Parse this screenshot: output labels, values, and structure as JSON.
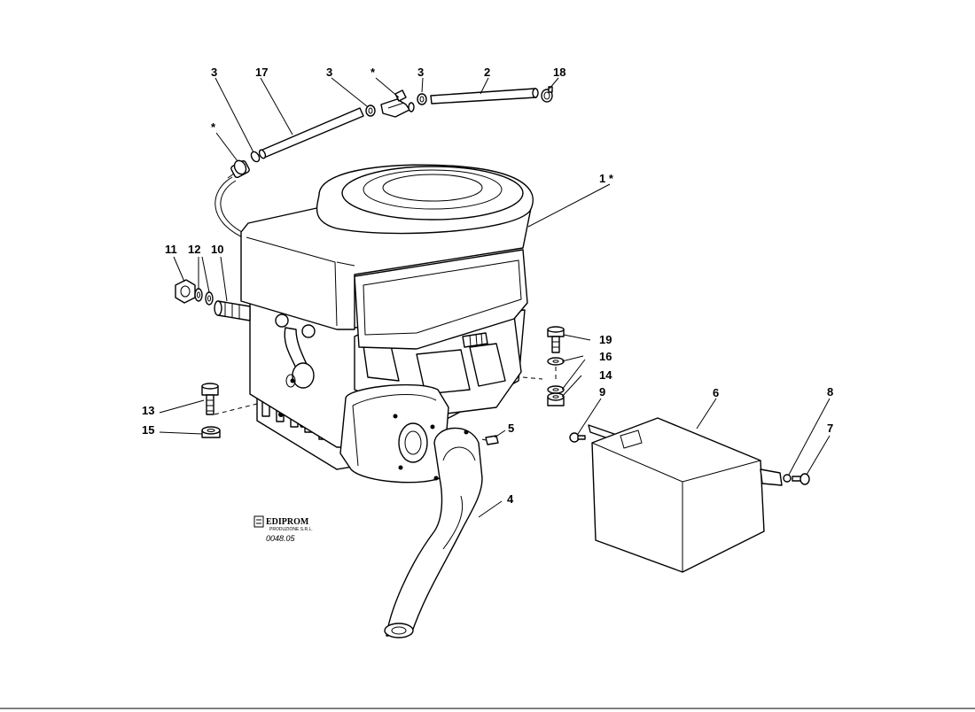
{
  "callouts": [
    "1 *",
    "2",
    "3",
    "4",
    "5",
    "6",
    "7",
    "8",
    "9",
    "10",
    "11",
    "12",
    "13",
    "14",
    "15",
    "16",
    "17",
    "18",
    "19",
    "*"
  ],
  "logo": {
    "brand": "EDIPROM",
    "tagline": "PRODUZIONE S.R.L."
  },
  "drawing_code": "0048.05"
}
